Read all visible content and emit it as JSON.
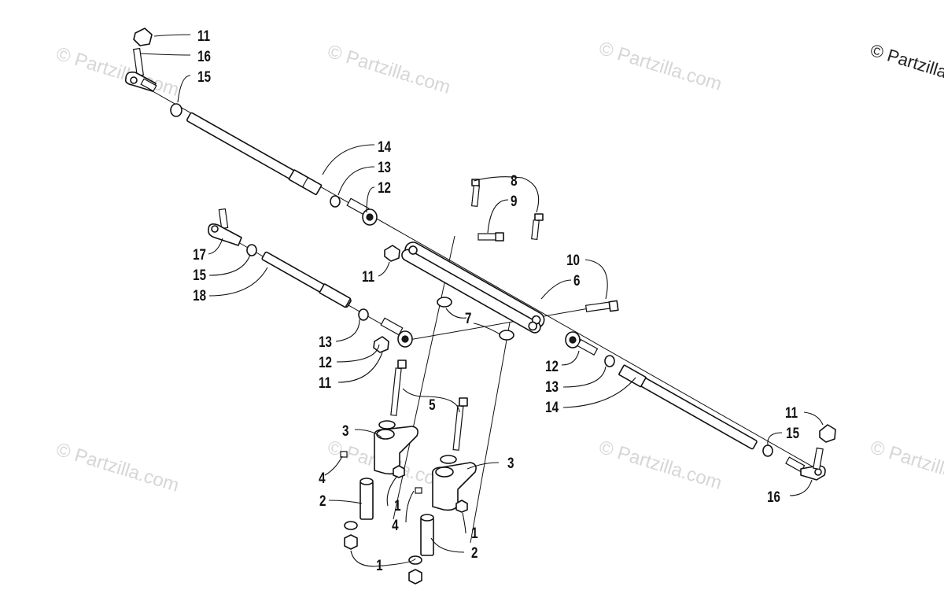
{
  "watermark": {
    "text": "© Partzilla.com"
  },
  "copyright": {
    "text": "© Partzilla.com"
  },
  "callouts": {
    "c11a": "11",
    "c16a": "16",
    "c15a": "15",
    "c14a": "14",
    "c13a": "13",
    "c12a": "12",
    "c8": "8",
    "c9": "9",
    "c11b": "11",
    "c17": "17",
    "c15b": "15",
    "c18": "18",
    "c10": "10",
    "c6": "6",
    "c7": "7",
    "c13b": "13",
    "c12b": "12",
    "c11c": "11",
    "c12c": "12",
    "c13c": "13",
    "c14b": "14",
    "c5": "5",
    "c3a": "3",
    "c3b": "3",
    "c4a": "4",
    "c4b": "4",
    "c2a": "2",
    "c2b": "2",
    "c1a": "1",
    "c1b": "1",
    "c1c": "1",
    "c11d": "11",
    "c15c": "15",
    "c16b": "16"
  }
}
